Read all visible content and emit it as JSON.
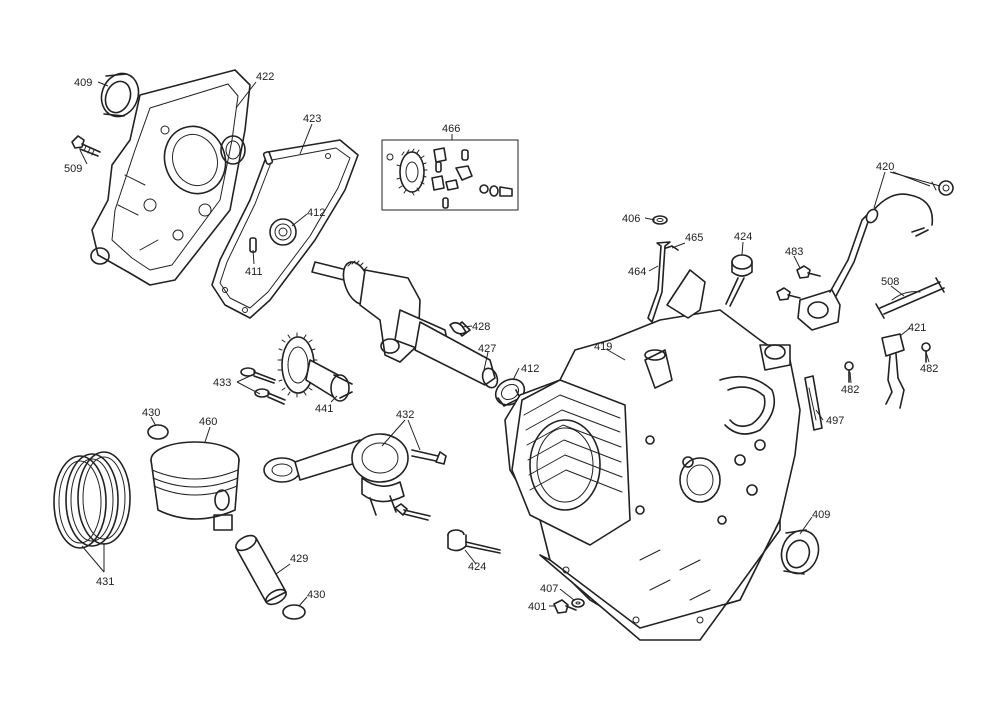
{
  "parts": {
    "p409a": "409",
    "p422": "422",
    "p509": "509",
    "p423": "423",
    "p412a": "412",
    "p411": "411",
    "p466": "466",
    "p406": "406",
    "p465": "465",
    "p464": "464",
    "p424a": "424",
    "p483": "483",
    "p420": "420",
    "p508": "508",
    "p421": "421",
    "p482a": "482",
    "p482b": "482",
    "p428": "428",
    "p427": "427",
    "p412b": "412",
    "p419": "419",
    "p433": "433",
    "p441": "441",
    "p430a": "430",
    "p460": "460",
    "p432": "432",
    "p497": "497",
    "p409b": "409",
    "p431": "431",
    "p429": "429",
    "p430b": "430",
    "p424b": "424",
    "p407": "407",
    "p401": "401"
  }
}
